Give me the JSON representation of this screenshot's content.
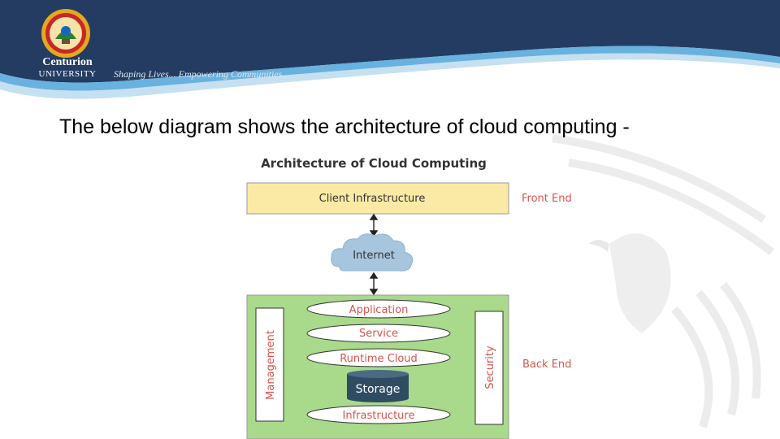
{
  "header": {
    "brand_name": "Centurion",
    "brand_sub": "UNIVERSITY",
    "tagline": "Shaping Lives... Empowering Communities..."
  },
  "body": {
    "intro_text": "The below diagram shows the architecture of cloud computing -"
  },
  "diagram": {
    "title": "Architecture of Cloud Computing",
    "client_infrastructure": "Client Infrastructure",
    "front_end_label": "Front End",
    "internet": "Internet",
    "application": "Application",
    "service": "Service",
    "runtime_cloud": "Runtime Cloud",
    "storage": "Storage",
    "infrastructure": "Infrastructure",
    "management": "Management",
    "security": "Security",
    "back_end_label": "Back End"
  },
  "colors": {
    "header_navy": "#243c62",
    "header_accent": "#4fa3d9",
    "client_fill": "#fbeaa6",
    "backend_fill": "#a9d98a",
    "cloud_fill": "#a7c6de",
    "label_red": "#d9534f",
    "storage_fill": "#2f4c63"
  }
}
